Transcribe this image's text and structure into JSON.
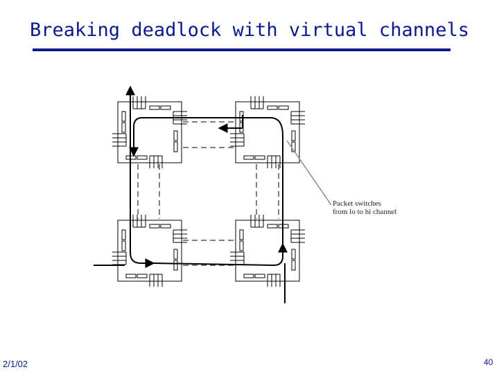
{
  "slide": {
    "title": "Breaking deadlock with virtual channels",
    "date": "2/1/02",
    "page_number": "40"
  },
  "diagram": {
    "annotation_line1": "Packet switches",
    "annotation_line2": "from lo to hi channel",
    "nodes": [
      "router-top-left",
      "router-top-right",
      "router-bottom-left",
      "router-bottom-right"
    ],
    "colors": {
      "title": "#0a1a8c",
      "lines": "#000000",
      "pointer": "#8a8a8a"
    }
  }
}
